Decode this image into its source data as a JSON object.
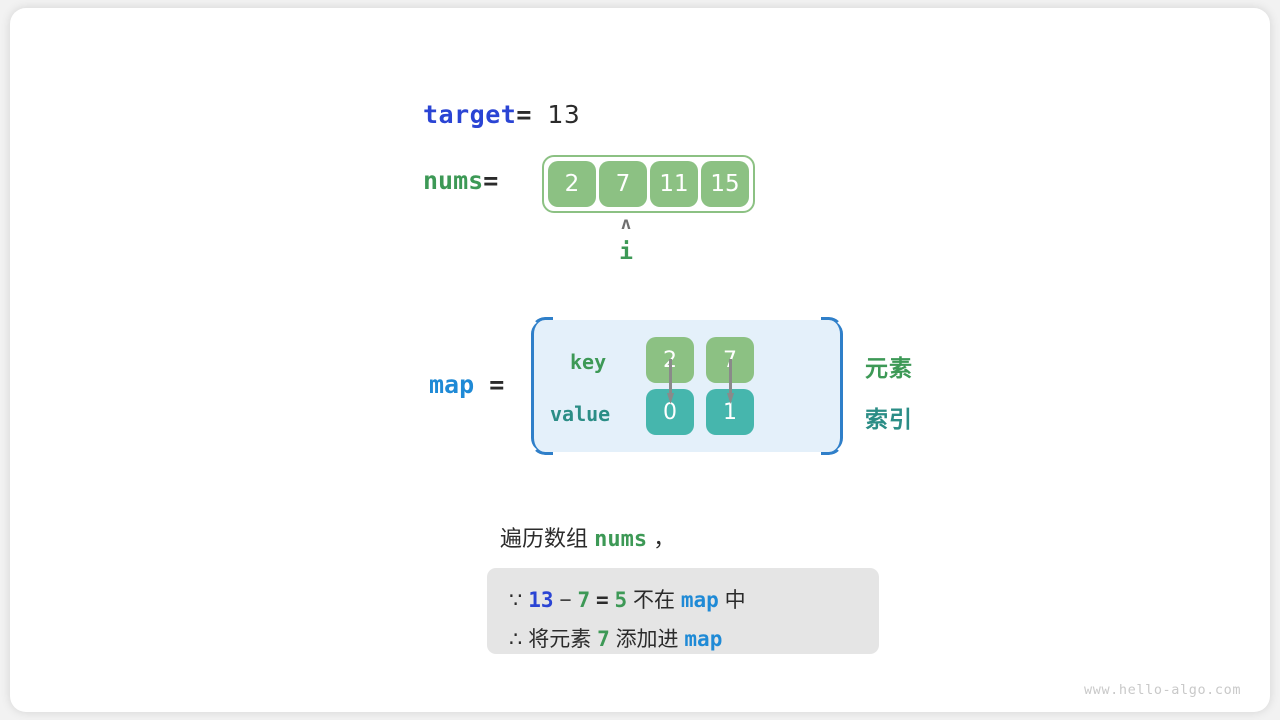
{
  "watermark": "www.hello-algo.com",
  "target": {
    "name": "target",
    "equals": "=",
    "value": "13"
  },
  "nums": {
    "name": "nums",
    "equals": "=",
    "cells": [
      "2",
      "7",
      "11",
      "15"
    ],
    "pointer": {
      "caret": "ʌ",
      "label": "i",
      "index": 1
    }
  },
  "map": {
    "name": "map",
    "equals": "=",
    "key_label": "key",
    "value_label": "value",
    "entries": [
      {
        "key": "2",
        "value": "0"
      },
      {
        "key": "7",
        "value": "1"
      }
    ],
    "note_element": "元素",
    "note_index": "索引"
  },
  "caption": {
    "prefix": "遍历数组",
    "keyword": "nums",
    "suffix": "，"
  },
  "reason": {
    "line1": {
      "symbol": "∵",
      "a": "13",
      "minus": "−",
      "b": "7",
      "eq": "=",
      "result": "5",
      "mid": "不在",
      "map": "map",
      "tail": "中"
    },
    "line2": {
      "symbol": "∴",
      "pre": "将元素",
      "elem": "7",
      "mid": "添加进",
      "map": "map"
    }
  },
  "colors": {
    "element_green": "#8cc183",
    "index_teal": "#46b6ad",
    "label_green": "#3d9956",
    "label_teal": "#2b8d86",
    "target_blue": "#2a44d4",
    "map_blue": "#1f8ad6",
    "map_box_bg": "#e4f0fa",
    "map_box_border": "#2f7fc9",
    "reason_box_bg": "#e5e5e5",
    "arrow_gray": "#8a8a8a"
  }
}
